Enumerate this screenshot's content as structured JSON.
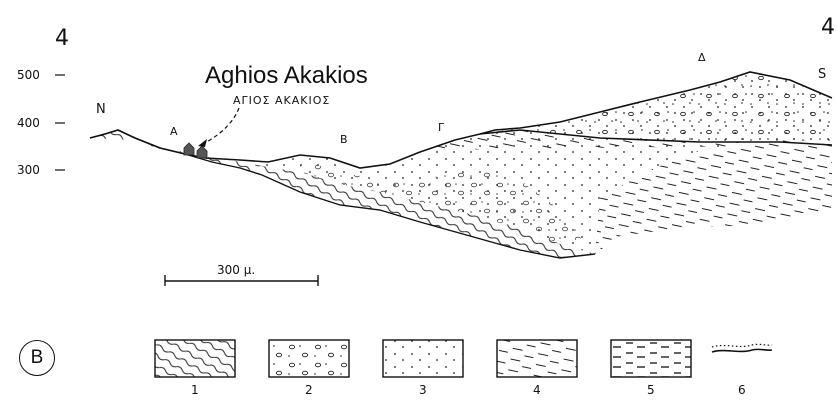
{
  "figure": {
    "number_left": "4",
    "number_right": "4",
    "panel_label": "B"
  },
  "elevation_ticks": [
    "500",
    "400",
    "300"
  ],
  "places": {
    "north": "N",
    "south": "S",
    "point_a": "Α",
    "point_b": "Β",
    "point_g": "Γ",
    "point_d": "Δ"
  },
  "site": {
    "name": "Aghios Akakios",
    "name_greek": "ΑΓΙΟΣ ΑΚΑΚΙΟΣ"
  },
  "scale_bar": {
    "label": "300 μ."
  },
  "legend": [
    {
      "number": "1",
      "pattern": "wavy-lines"
    },
    {
      "number": "2",
      "pattern": "circles"
    },
    {
      "number": "3",
      "pattern": "dots"
    },
    {
      "number": "4",
      "pattern": "dashes"
    },
    {
      "number": "5",
      "pattern": "dashes-dense"
    },
    {
      "number": "6",
      "pattern": "dotted-boundary"
    }
  ]
}
